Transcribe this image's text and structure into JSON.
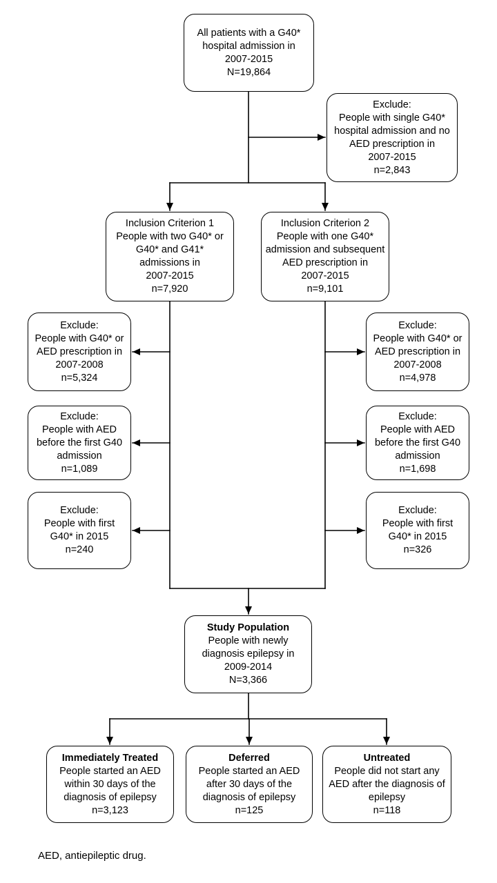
{
  "diagram": {
    "footnote": "AED, antiepileptic drug.",
    "colors": {
      "background": "#ffffff",
      "box_fill": "#ffffff",
      "box_border": "#000000",
      "line": "#000000",
      "text": "#000000"
    },
    "nodes": {
      "all_patients": {
        "text": "All patients with a G40*\nhospital admission in\n2007-2015\nN=19,864"
      },
      "exclude_single": {
        "text": "Exclude:\nPeople with single G40*\nhospital admission and no\nAED prescription in\n2007-2015\nn=2,843"
      },
      "inclusion1": {
        "text": "Inclusion Criterion 1\nPeople with two G40* or\nG40* and G41*\nadmissions in\n2007-2015\nn=7,920"
      },
      "inclusion2": {
        "text": "Inclusion Criterion 2\nPeople with one G40*\nadmission and subsequent\nAED prescription in\n2007-2015\nn=9,101"
      },
      "exclude_left_1": {
        "text": "Exclude:\nPeople with G40* or\nAED prescription in\n2007-2008\nn=5,324"
      },
      "exclude_left_2": {
        "text": "Exclude:\nPeople with AED\nbefore the first G40\nadmission\nn=1,089"
      },
      "exclude_left_3": {
        "text": "Exclude:\nPeople with first\nG40* in 2015\nn=240"
      },
      "exclude_right_1": {
        "text": "Exclude:\nPeople with G40* or\nAED prescription in\n2007-2008\nn=4,978"
      },
      "exclude_right_2": {
        "text": "Exclude:\nPeople with AED\nbefore the first G40\nadmission\nn=1,698"
      },
      "exclude_right_3": {
        "text": "Exclude:\nPeople with first\nG40* in 2015\nn=326"
      },
      "study_population": {
        "title": "Study Population",
        "text": "People with newly\ndiagnosis epilepsy in\n2009-2014\nN=3,366"
      },
      "immediately_treated": {
        "title": "Immediately Treated",
        "text": "People started an AED\nwithin 30 days of the\ndiagnosis of epilepsy\nn=3,123"
      },
      "deferred": {
        "title": "Deferred",
        "text": "People started an AED\nafter 30 days of the\ndiagnosis of epilepsy\nn=125"
      },
      "untreated": {
        "title": "Untreated",
        "text": "People did not start any\nAED after the diagnosis of\nepilepsy\nn=118"
      }
    }
  }
}
